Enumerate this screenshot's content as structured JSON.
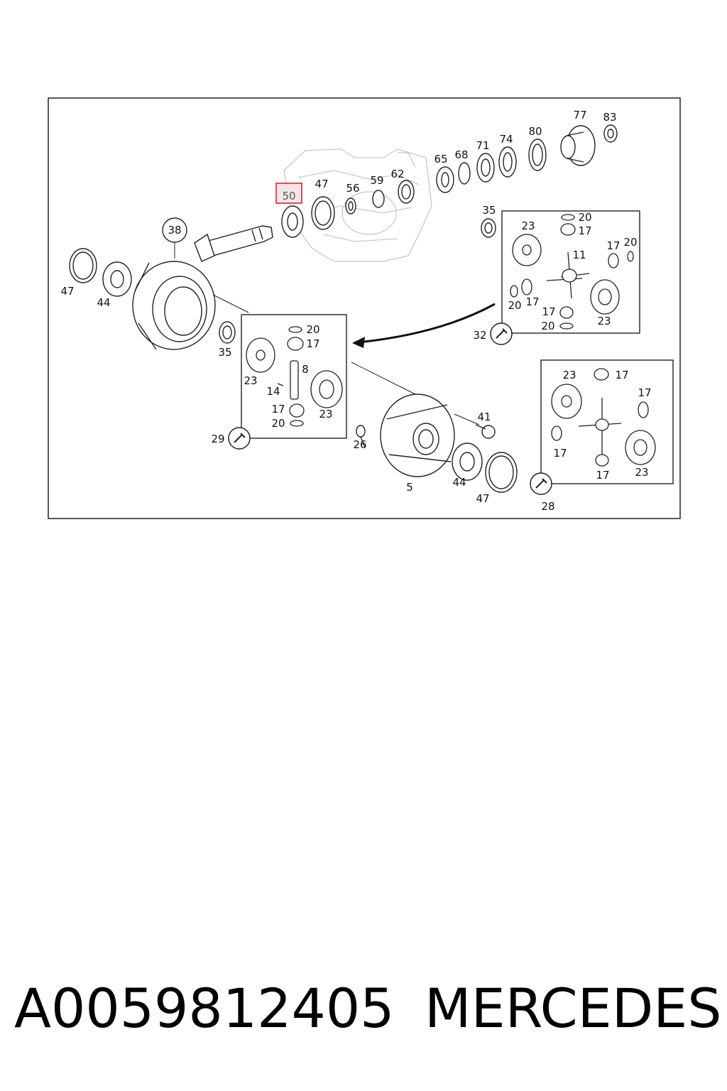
{
  "diagram": {
    "highlighted_label": "50",
    "labels": {
      "l77": "77",
      "l83": "83",
      "l80": "80",
      "l74": "74",
      "l71": "71",
      "l68": "68",
      "l65": "65",
      "l62": "62",
      "l59": "59",
      "l56": "56",
      "l47a": "47",
      "l50": "50",
      "l38": "38",
      "l35a": "35",
      "l47b": "47",
      "l44a": "44",
      "l35b": "35",
      "b1_23a": "23",
      "b1_20a": "20",
      "b1_17a": "17",
      "b1_11": "11",
      "b1_17b": "17",
      "b1_20b": "20",
      "b1_20c": "20",
      "b1_17c": "17",
      "b1_17d": "17",
      "b1_20d": "20",
      "b1_23b": "23",
      "b1_32": "32",
      "b2_20a": "20",
      "b2_17a": "17",
      "b2_8": "8",
      "b2_23a": "23",
      "b2_14": "14",
      "b2_17b": "17",
      "b2_20b": "20",
      "b2_23b": "23",
      "b2_29": "29",
      "l41": "41",
      "l26": "26",
      "l5": "5",
      "l44b": "44",
      "l47c": "47",
      "b3_23a": "23",
      "b3_17a": "17",
      "b3_17b": "17",
      "b3_17c": "17",
      "b3_17d": "17",
      "b3_23b": "23",
      "b3_28": "28"
    }
  },
  "footer": {
    "part_number": "A0059812405",
    "brand": "MERCEDES"
  },
  "colors": {
    "highlight_border": "#d62a2a",
    "highlight_fill": "#f3e4e6",
    "line": "#222222",
    "housing_line": "#c8c8c8"
  }
}
